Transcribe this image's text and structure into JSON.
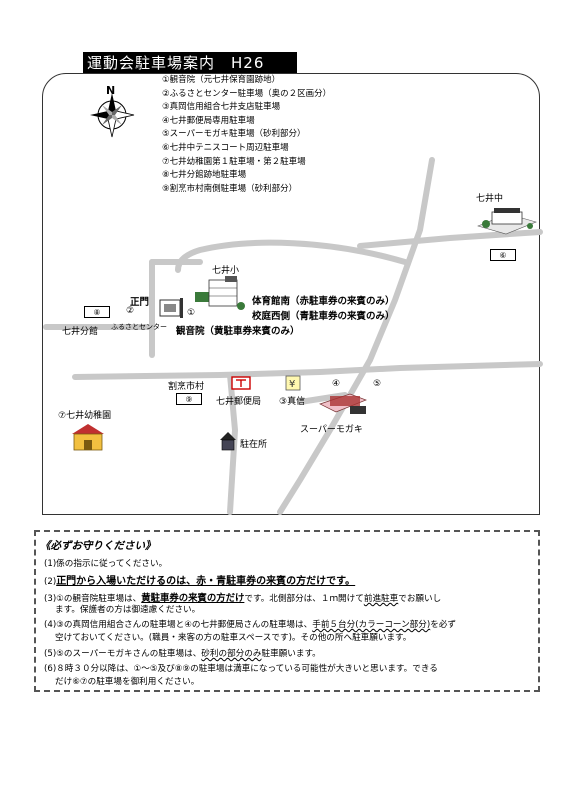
{
  "title": "運動会駐車場案内　H26",
  "compass": {
    "north_label": "N"
  },
  "legend": [
    "①観音院（元七井保育園跡地）",
    "②ふるさとセンター駐車場（奥の２区画分）",
    "③真岡信用組合七井支店駐車場",
    "④七井郵便局専用駐車場",
    "⑤スーパーモガキ駐車場（砂利部分）",
    "⑥七井中テニスコート周辺駐車場",
    "⑦七井幼稚園第１駐車場・第２駐車場",
    "⑧七井分館跡地駐車場",
    "⑨割烹市村南側駐車場（砂利部分）"
  ],
  "map_labels": {
    "nanai_chu": "七井中",
    "box6": "⑥",
    "nanai_sho": "七井小",
    "seimon": "正門",
    "box8": "⑧",
    "circle2": "②",
    "circle1": "①",
    "nanai_bunkan": "七井分館",
    "furusato_center": "ふるさとセンター",
    "gym_south": "体育館南（赤駐車券の来賓のみ）",
    "school_west": "校庭西側（青駐車券の来賓のみ）",
    "kannon_in": "観音院（黄駐車券来賓のみ）",
    "kappo_ichimura": "割烹市村",
    "box9": "⑨",
    "circle4": "④",
    "circle5": "⑤",
    "post_office": "七井郵便局",
    "shinshin": "③真信",
    "super_mogaki": "スーパーモガキ",
    "kindergarten": "⑦七井幼稚園",
    "police_box": "駐在所"
  },
  "notes": {
    "heading": "《必ずお守りください》",
    "n1": "(1)係の指示に従ってください。",
    "n2_prefix": "(2)",
    "n2_text": "正門から入場いただけるのは、赤・青駐車券の来賓の方だけです。",
    "n3_a": "(3)①の観音院駐車場は、",
    "n3_b": "黄駐車券の来賓の方だけ",
    "n3_c": "です。北側部分は、１ｍ開けて",
    "n3_d": "前進駐車",
    "n3_e": "でお願いし",
    "n3_line2": "ます。保護者の方は御遠慮ください。",
    "n4_a": "(4)③の真岡信用組合さんの駐車場と④の七井郵便局さんの駐車場は、",
    "n4_b": "手前５台分(カラーコーン部分)",
    "n4_c": "を必ず",
    "n4_line2": "空けておいてください。(職員・来客の方の駐車スペースです)。その他の所へ駐車願います。",
    "n5_a": "(5)⑤のスーパーモガキさんの駐車場は、",
    "n5_b": "砂利の部分のみ",
    "n5_c": "駐車願います。",
    "n6_line1": "(6)８時３０分以降は、①～⑤及び⑧⑨の駐車場は満車になっている可能性が大きいと思います。できる",
    "n6_line2": "だけ⑥⑦の駐車場を御利用ください。"
  }
}
